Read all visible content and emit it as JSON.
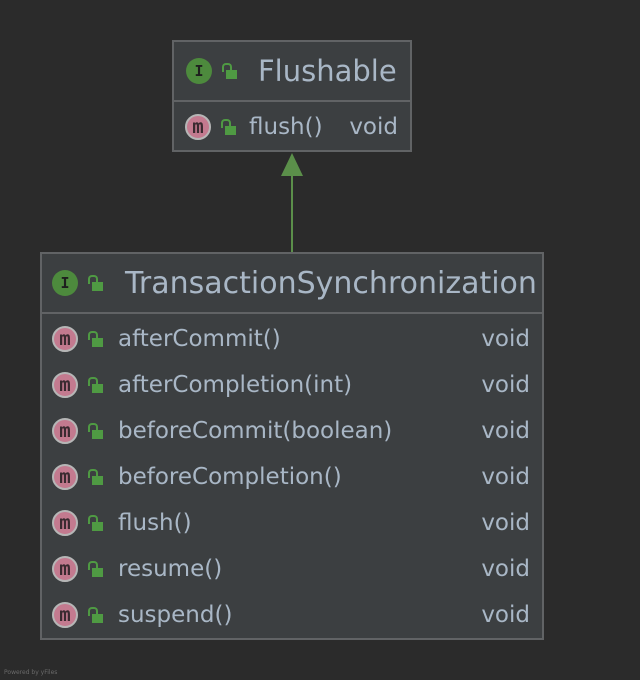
{
  "classes": {
    "flushable": {
      "name": "Flushable",
      "kind_badge": "I",
      "members": [
        {
          "badge": "m",
          "name": "flush()",
          "type": "void"
        }
      ]
    },
    "transaction_synchronization": {
      "name": "TransactionSynchronization",
      "kind_badge": "I",
      "members": [
        {
          "badge": "m",
          "name": "afterCommit()",
          "type": "void"
        },
        {
          "badge": "m",
          "name": "afterCompletion(int)",
          "type": "void"
        },
        {
          "badge": "m",
          "name": "beforeCommit(boolean)",
          "type": "void"
        },
        {
          "badge": "m",
          "name": "beforeCompletion()",
          "type": "void"
        },
        {
          "badge": "m",
          "name": "flush()",
          "type": "void"
        },
        {
          "badge": "m",
          "name": "resume()",
          "type": "void"
        },
        {
          "badge": "m",
          "name": "suspend()",
          "type": "void"
        }
      ]
    }
  },
  "relations": [
    {
      "from": "TransactionSynchronization",
      "to": "Flushable",
      "kind": "extends"
    }
  ],
  "footer": "Powered by yFiles",
  "colors": {
    "background": "#2b2b2b",
    "node_fill": "#3c3f41",
    "node_border": "#616365",
    "text": "#a9b7c6",
    "interface_badge": "#4d8a3d",
    "method_badge": "#c37a8f",
    "public_lock": "#4f9a43",
    "edge": "#5b8f4a"
  }
}
